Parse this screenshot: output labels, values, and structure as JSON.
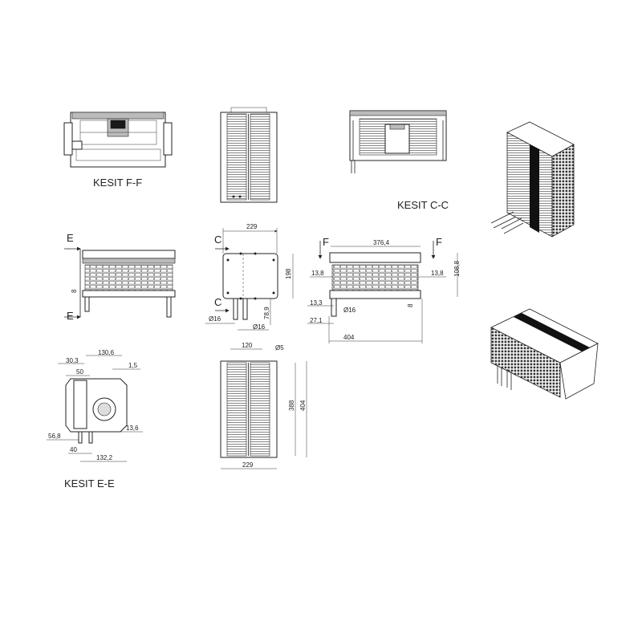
{
  "labels": {
    "section_ff": "KESIT F-F",
    "section_cc": "KESIT C-C",
    "section_ee": "KESIT E-E",
    "cut_e_top": "E",
    "cut_e_bottom": "E",
    "cut_c_top": "C",
    "cut_c_bottom": "C",
    "cut_f_left": "F",
    "cut_f_right": "F"
  },
  "side_view_c": {
    "width": "229",
    "height": "198",
    "pipe_offset": "78,9",
    "pipe_dia_1": "Ø16",
    "pipe_dia_2": "Ø16"
  },
  "front_view_e": {
    "leg": "8"
  },
  "front_view_f": {
    "width": "376,4",
    "left_margin": "13,8",
    "right_margin": "13,8",
    "coil_height": "108,8",
    "leg": "8",
    "pipe_offset": "13,3",
    "pipe_dia": "Ø16",
    "pipe_pos": "27,1",
    "overall": "404"
  },
  "section_ee_dims": {
    "overall_top": "130,6",
    "coil": "30,3",
    "offset": "50",
    "lip": "1,5",
    "pipe_height": "56,8",
    "side": "13,6",
    "pipe_gap": "40",
    "overall_bottom": "132,2"
  },
  "top_view": {
    "spacing": "120",
    "hole_dia": "Ø5",
    "inner_len": "388",
    "outer_len": "404",
    "width": "229"
  }
}
